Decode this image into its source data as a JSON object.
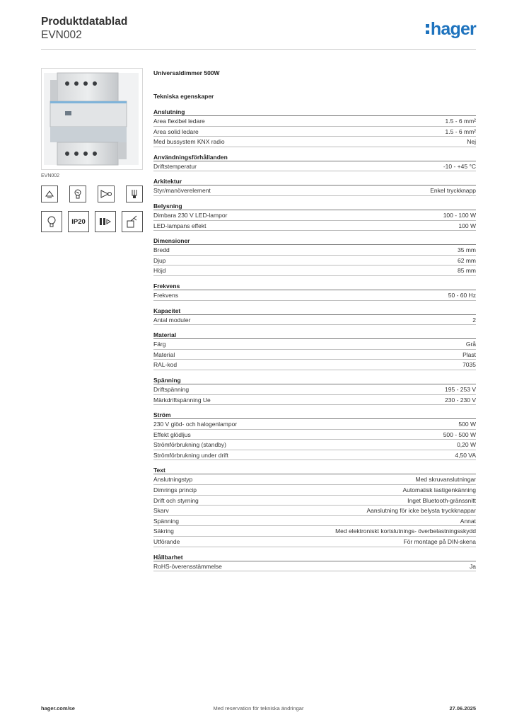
{
  "header": {
    "title": "Produktdatablad",
    "subtitle": "EVN002",
    "logo_text": "hager",
    "logo_color": "#1e73be"
  },
  "image": {
    "caption": "EVN002"
  },
  "icons": [
    {
      "name": "fluorescent-lamp-icon",
      "glyph": "⌂"
    },
    {
      "name": "halogen-bulb-icon",
      "glyph": "⊕"
    },
    {
      "name": "transformer-icon",
      "glyph": "▷"
    },
    {
      "name": "led-lamp-icon",
      "glyph": "⊓"
    },
    {
      "name": "incandescent-bulb-icon",
      "glyph": "◯"
    },
    {
      "name": "ip20-icon",
      "text": "IP20"
    },
    {
      "name": "din-rail-icon",
      "glyph": "▮"
    },
    {
      "name": "pushbutton-icon",
      "glyph": "⊿"
    }
  ],
  "product": {
    "name": "Universaldimmer 500W",
    "tech_heading": "Tekniska egenskaper"
  },
  "sections": [
    {
      "title": "Anslutning",
      "rows": [
        {
          "label": "Area flexibel ledare",
          "value": "1.5 - 6 mm²"
        },
        {
          "label": "Area solid ledare",
          "value": "1.5 - 6 mm²"
        },
        {
          "label": "Med bussystem KNX radio",
          "value": "Nej"
        }
      ]
    },
    {
      "title": "Användningsförhållanden",
      "rows": [
        {
          "label": "Driftstemperatur",
          "value": "-10 - +45 °C"
        }
      ]
    },
    {
      "title": "Arkitektur",
      "rows": [
        {
          "label": "Styr/manöverelement",
          "value": "Enkel tryckknapp"
        }
      ]
    },
    {
      "title": "Belysning",
      "rows": [
        {
          "label": "Dimbara 230 V LED-lampor",
          "value": "100 - 100 W"
        },
        {
          "label": "LED-lampans effekt",
          "value": "100 W"
        }
      ]
    },
    {
      "title": "Dimensioner",
      "rows": [
        {
          "label": "Bredd",
          "value": "35 mm"
        },
        {
          "label": "Djup",
          "value": "62 mm"
        },
        {
          "label": "Höjd",
          "value": "85 mm"
        }
      ]
    },
    {
      "title": "Frekvens",
      "rows": [
        {
          "label": "Frekvens",
          "value": "50 - 60 Hz"
        }
      ]
    },
    {
      "title": "Kapacitet",
      "rows": [
        {
          "label": "Antal moduler",
          "value": "2"
        }
      ]
    },
    {
      "title": "Material",
      "rows": [
        {
          "label": "Färg",
          "value": "Grå"
        },
        {
          "label": "Material",
          "value": "Plast"
        },
        {
          "label": "RAL-kod",
          "value": "7035"
        }
      ]
    },
    {
      "title": "Spänning",
      "rows": [
        {
          "label": "Driftspänning",
          "value": "195 - 253 V"
        },
        {
          "label": "Märkdriftspänning Ue",
          "value": "230 - 230 V"
        }
      ]
    },
    {
      "title": "Ström",
      "rows": [
        {
          "label": "230 V glöd- och halogenlampor",
          "value": "500 W"
        },
        {
          "label": "Effekt glödljus",
          "value": "500 - 500 W"
        },
        {
          "label": "Strömförbrukning (standby)",
          "value": "0,20 W"
        },
        {
          "label": "Strömförbrukning under drift",
          "value": "4,50 VA"
        }
      ]
    },
    {
      "title": "Text",
      "rows": [
        {
          "label": "Anslutningstyp",
          "value": "Med skruvanslutningar"
        },
        {
          "label": "Dimrings princip",
          "value": "Automatisk lastigenkänning"
        },
        {
          "label": "Drift och styrning",
          "value": "Inget Bluetooth-gränssnitt"
        },
        {
          "label": "Skarv",
          "value": "Aanslutning för icke belysta tryckknappar"
        },
        {
          "label": "Spänning",
          "value": "Annat"
        },
        {
          "label": "Säkring",
          "value": "Med elektroniskt kortslutnings- överbelastningsskydd"
        },
        {
          "label": "Utförande",
          "value": "För montage på DIN-skena"
        }
      ]
    },
    {
      "title": "Hållbarhet",
      "rows": [
        {
          "label": "RoHS-överensstämmelse",
          "value": "Ja"
        }
      ]
    }
  ],
  "footer": {
    "left": "hager.com/se",
    "center": "Med reservation för tekniska ändringar",
    "right": "27.06.2025"
  }
}
